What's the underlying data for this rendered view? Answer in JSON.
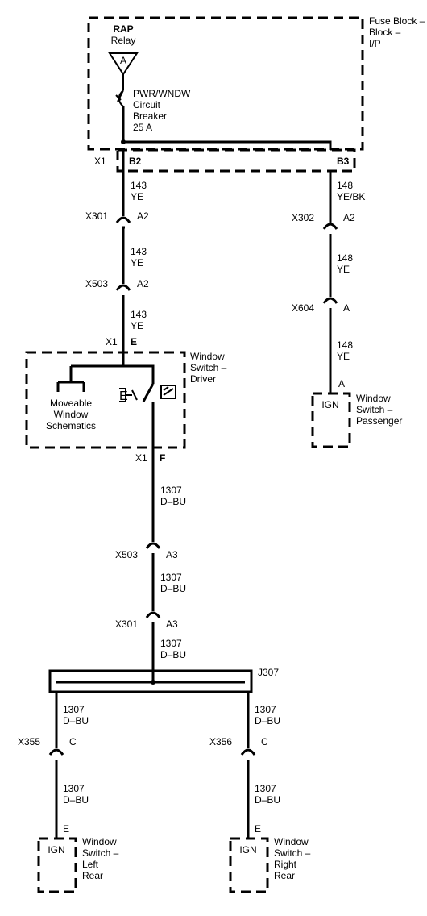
{
  "fuse_block": {
    "title": "Fuse Block –",
    "subtitle": "I/P"
  },
  "relay": {
    "line1": "RAP",
    "line2": "Relay",
    "terminal": "A"
  },
  "breaker": {
    "line1": "PWR/WNDW",
    "line2": "Circuit",
    "line3": "Breaker",
    "line4": "25 A"
  },
  "conn_x1_top": {
    "name": "X1",
    "pin_left": "B2",
    "pin_right": "B3"
  },
  "left_wires": [
    {
      "circuit": "143",
      "color": "YE"
    },
    {
      "circuit": "143",
      "color": "YE"
    },
    {
      "circuit": "143",
      "color": "YE"
    }
  ],
  "x301_left": {
    "name": "X301",
    "pin": "A2"
  },
  "x503_left": {
    "name": "X503",
    "pin": "A2"
  },
  "x1_e": {
    "name": "X1",
    "pin": "E"
  },
  "driver_switch": {
    "line1": "Window",
    "line2": "Switch –",
    "line3": "Driver"
  },
  "moveable": {
    "line1": "Moveable",
    "line2": "Window",
    "line3": "Schematics"
  },
  "x1_f": {
    "name": "X1",
    "pin": "F"
  },
  "right_wires": [
    {
      "circuit": "148",
      "color": "YE/BK"
    },
    {
      "circuit": "148",
      "color": "YE"
    },
    {
      "circuit": "148",
      "color": "YE"
    }
  ],
  "x302": {
    "name": "X302",
    "pin": "A2"
  },
  "x604": {
    "name": "X604",
    "pin": "A"
  },
  "passenger_switch": {
    "pin": "A",
    "ign": "IGN",
    "line1": "Window",
    "line2": "Switch –",
    "line3": "Passenger"
  },
  "mid_wires": [
    {
      "circuit": "1307",
      "color": "D–BU"
    },
    {
      "circuit": "1307",
      "color": "D–BU"
    },
    {
      "circuit": "1307",
      "color": "D–BU"
    }
  ],
  "x503_mid": {
    "name": "X503",
    "pin": "A3"
  },
  "x301_mid": {
    "name": "X301",
    "pin": "A3"
  },
  "splice": {
    "name": "J307"
  },
  "left_rear_wires": [
    {
      "circuit": "1307",
      "color": "D–BU"
    },
    {
      "circuit": "1307",
      "color": "D–BU"
    }
  ],
  "right_rear_wires": [
    {
      "circuit": "1307",
      "color": "D–BU"
    },
    {
      "circuit": "1307",
      "color": "D–BU"
    }
  ],
  "x355": {
    "name": "X355",
    "pin": "C"
  },
  "x356": {
    "name": "X356",
    "pin": "C"
  },
  "left_rear_switch": {
    "pin": "E",
    "ign": "IGN",
    "line1": "Window",
    "line2": "Switch –",
    "line3": "Left",
    "line4": "Rear"
  },
  "right_rear_switch": {
    "pin": "E",
    "ign": "IGN",
    "line1": "Window",
    "line2": "Switch –",
    "line3": "Right",
    "line4": "Rear"
  }
}
